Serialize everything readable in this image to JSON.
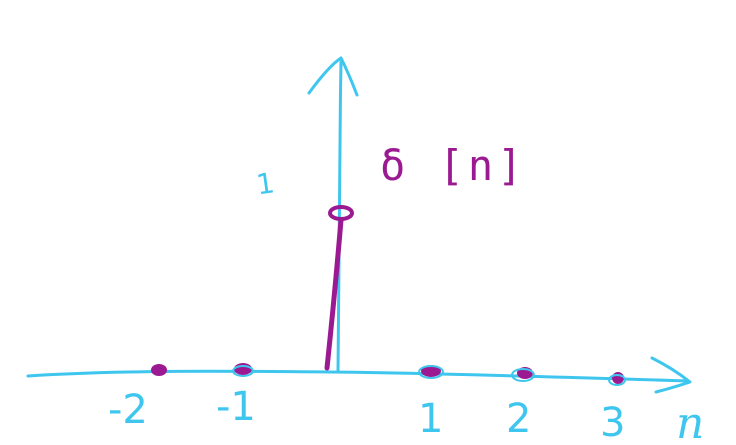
{
  "diagram": {
    "signal_label": "δ [n]",
    "amplitude_label": "1",
    "axis_variable": "n",
    "tick_labels": [
      "-2",
      "-1",
      "1",
      "2",
      "3"
    ],
    "samples": [
      {
        "n": -2,
        "value": 0
      },
      {
        "n": -1,
        "value": 0
      },
      {
        "n": 0,
        "value": 1
      },
      {
        "n": 1,
        "value": 0
      },
      {
        "n": 2,
        "value": 0
      },
      {
        "n": 3,
        "value": 0
      }
    ],
    "colors": {
      "axis": "#3fc6ee",
      "signal": "#9b1a92"
    }
  }
}
